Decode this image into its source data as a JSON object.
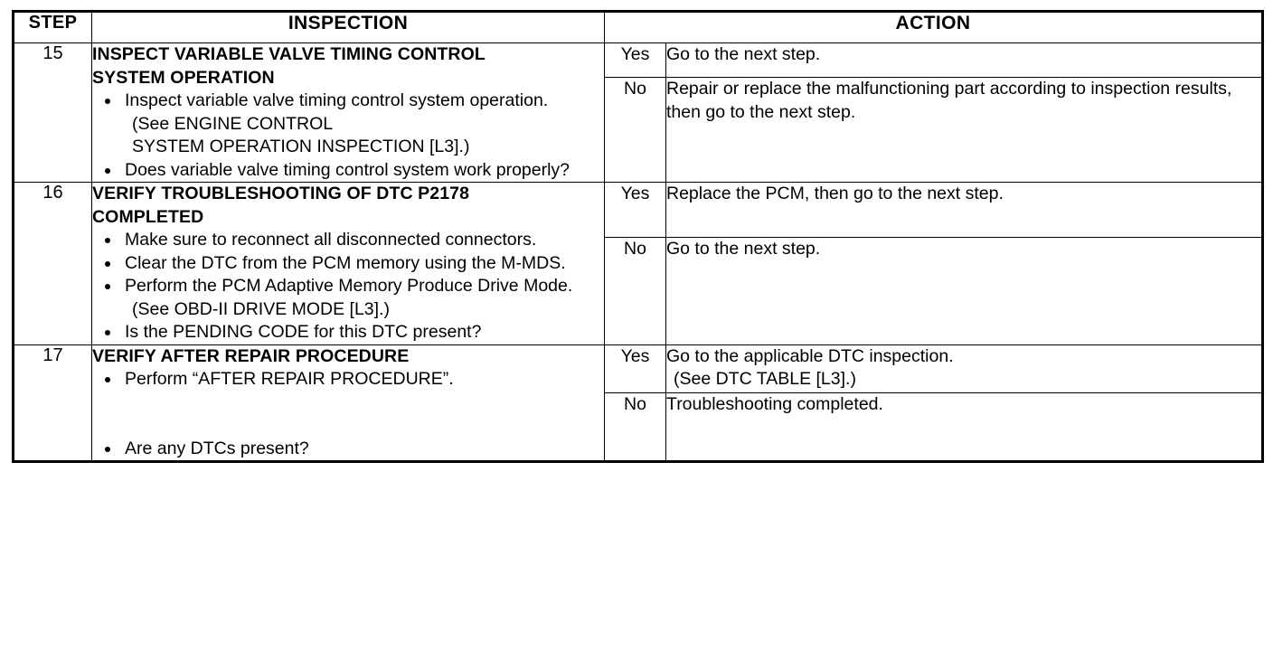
{
  "table": {
    "headers": {
      "step": "STEP",
      "inspection": "INSPECTION",
      "result": "",
      "action": "ACTION"
    },
    "rows": [
      {
        "step": "15",
        "inspection_title_line1": "INSPECT VARIABLE VALVE TIMING CONTROL",
        "inspection_title_line2": "SYSTEM OPERATION",
        "bullets": [
          {
            "text": "Inspect variable valve timing control system operation.",
            "sub_lines": [
              "(See ENGINE CONTROL",
              "SYSTEM OPERATION INSPECTION [L3].)"
            ]
          },
          {
            "text": "Does variable valve timing control system work properly?",
            "sub_lines": []
          }
        ],
        "results": [
          {
            "label": "Yes",
            "action_lines": [
              "Go to the next step."
            ]
          },
          {
            "label": "No",
            "action_lines": [
              "Repair or replace the malfunctioning part according to inspection results, then go to the next step."
            ]
          }
        ]
      },
      {
        "step": "16",
        "inspection_title_line1": "VERIFY TROUBLESHOOTING OF DTC P2178",
        "inspection_title_line2": "COMPLETED",
        "bullets": [
          {
            "text": "Make sure to reconnect all disconnected connectors.",
            "sub_lines": []
          },
          {
            "text": "Clear the DTC from the PCM memory using the M-MDS.",
            "sub_lines": []
          },
          {
            "text": "Perform the PCM Adaptive Memory Produce Drive Mode.",
            "sub_lines": [
              "(See  OBD-II DRIVE MODE [L3].)"
            ]
          },
          {
            "text": "Is the PENDING CODE for this DTC present?",
            "sub_lines": []
          }
        ],
        "results": [
          {
            "label": "Yes",
            "action_lines": [
              "Replace the PCM, then go to the next step."
            ]
          },
          {
            "label": "No",
            "action_lines": [
              "Go to the next step."
            ]
          }
        ]
      },
      {
        "step": "17",
        "inspection_title_line1": "VERIFY AFTER REPAIR PROCEDURE",
        "inspection_title_line2": "",
        "bullets": [
          {
            "text": "Perform “AFTER REPAIR PROCEDURE”.",
            "sub_lines": []
          },
          {
            "text": "Are any DTCs present?",
            "sub_lines": []
          }
        ],
        "results": [
          {
            "label": "Yes",
            "action_lines": [
              "Go to the applicable DTC inspection.",
              "(See DTC TABLE [L3].)"
            ]
          },
          {
            "label": "No",
            "action_lines": [
              "Troubleshooting completed."
            ]
          }
        ]
      }
    ]
  },
  "colors": {
    "ink": "#000000",
    "paper": "#ffffff"
  }
}
